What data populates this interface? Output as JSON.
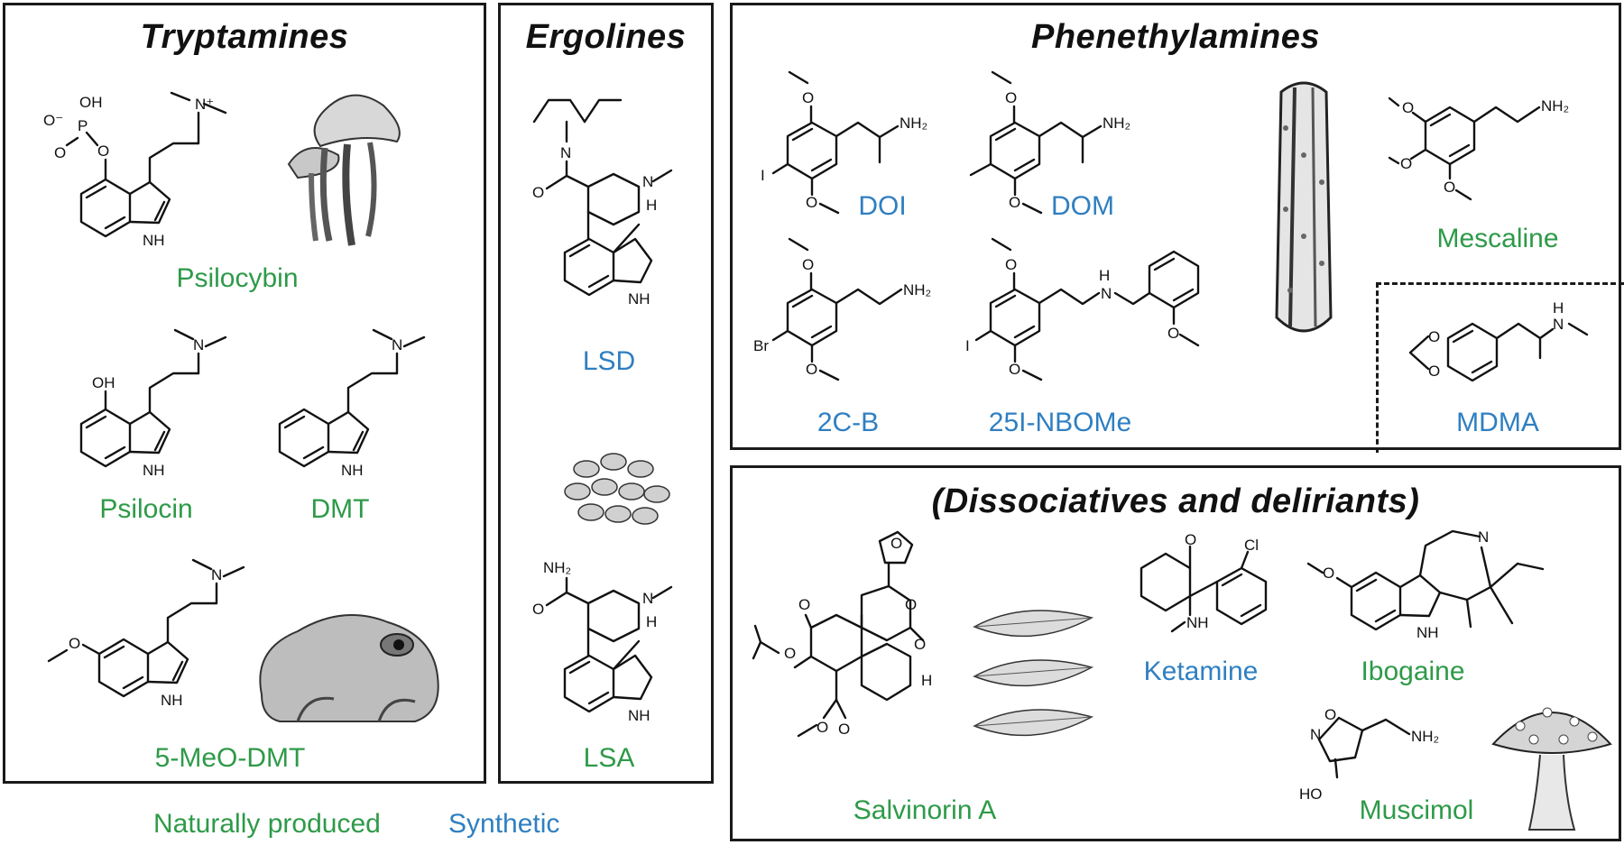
{
  "panels": {
    "tryptamines": "Tryptamines",
    "ergolines": "Ergolines",
    "phenethylamines": "Phenethylamines",
    "dissociatives": "(Dissociatives and deliriants)"
  },
  "compounds": {
    "psilocybin": "Psilocybin",
    "psilocin": "Psilocin",
    "dmt": "DMT",
    "meo_dmt": "5-MeO-DMT",
    "lsd": "LSD",
    "lsa": "LSA",
    "doi": "DOI",
    "dom": "DOM",
    "mescaline": "Mescaline",
    "c2b": "2C-B",
    "nbome": "25I-NBOMe",
    "mdma": "MDMA",
    "salvinorin": "Salvinorin A",
    "ketamine": "Ketamine",
    "ibogaine": "Ibogaine",
    "muscimol": "Muscimol"
  },
  "atoms": {
    "nh": "NH",
    "n": "N",
    "h": "H",
    "o": "O",
    "oh": "OH",
    "ho": "HO",
    "nh2": "NH₂",
    "i": "I",
    "br": "Br",
    "cl": "Cl",
    "p": "P",
    "o_minus": "O⁻",
    "n_plus": "N⁺",
    "h_n": "H"
  },
  "legend": {
    "natural": "Naturally produced",
    "synthetic": "Synthetic"
  },
  "colors": {
    "natural": "#2e9a48",
    "synthetic": "#2f7fc1",
    "border": "#1a1a1a"
  },
  "icons": [
    "mushroom-icon",
    "toad-icon",
    "seeds-icon",
    "cactus-icon",
    "leaves-icon",
    "amanita-icon"
  ]
}
